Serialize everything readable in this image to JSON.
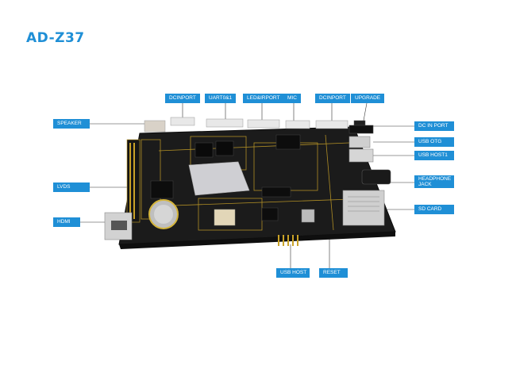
{
  "title": "AD-Z37",
  "labels": {
    "dcinport_top_left": "DCINPORT",
    "uart": "UART0&1",
    "led_irport": "LED&IRPORT",
    "mic": "MIC",
    "dcinport_top_right": "DCINPORT",
    "upgrade": "UPGRADE",
    "speaker": "SPEAKER",
    "lvds": "LVDS",
    "hdmi": "HDMI",
    "dc_in_port": "DC IN PORT",
    "usb_otg": "USB OTG",
    "usb_host1": "USB HOST1",
    "headphone_jack_1": "HEADPHONE",
    "headphone_jack_2": "JACK",
    "sd_card": "SD CARD",
    "usb_host": "USB HOST",
    "reset": "RESET"
  },
  "colors": {
    "accent": "#1f8fd6",
    "board": "#1a1a1a",
    "trace": "#c9a227"
  }
}
